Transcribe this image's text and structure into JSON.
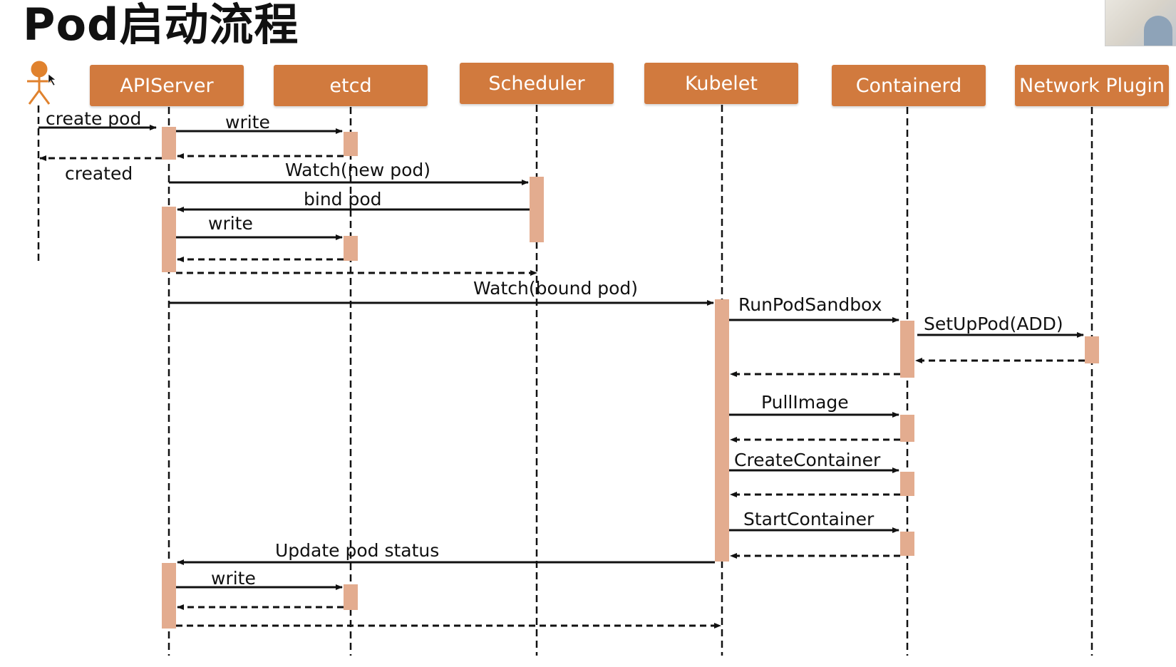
{
  "title": "Pod启动流程",
  "participants": [
    {
      "id": "apiserver",
      "label": "APIServer"
    },
    {
      "id": "etcd",
      "label": "etcd"
    },
    {
      "id": "scheduler",
      "label": "Scheduler"
    },
    {
      "id": "kubelet",
      "label": "Kubelet"
    },
    {
      "id": "containerd",
      "label": "Containerd"
    },
    {
      "id": "network",
      "label": "Network Plugin"
    }
  ],
  "actor": {
    "icon": "stick-figure-actor-icon"
  },
  "colors": {
    "participant_fill": "#d17a3e",
    "activation_fill": "#e3ac8f",
    "line": "#111111",
    "actor": "#e0822e"
  },
  "messages": [
    {
      "from": "actor",
      "to": "apiserver",
      "label": "create pod",
      "style": "solid"
    },
    {
      "from": "apiserver",
      "to": "etcd",
      "label": "write",
      "style": "solid"
    },
    {
      "from": "etcd",
      "to": "apiserver",
      "label": "",
      "style": "dashed"
    },
    {
      "from": "apiserver",
      "to": "actor",
      "label": "created",
      "style": "dashed"
    },
    {
      "from": "apiserver",
      "to": "scheduler",
      "label": "Watch(new pod)",
      "style": "solid"
    },
    {
      "from": "scheduler",
      "to": "apiserver",
      "label": "bind pod",
      "style": "solid"
    },
    {
      "from": "apiserver",
      "to": "etcd",
      "label": "write",
      "style": "solid"
    },
    {
      "from": "etcd",
      "to": "apiserver",
      "label": "",
      "style": "dashed"
    },
    {
      "from": "apiserver",
      "to": "scheduler",
      "label": "",
      "style": "dashed"
    },
    {
      "from": "apiserver",
      "to": "kubelet",
      "label": "Watch(bound pod)",
      "style": "solid"
    },
    {
      "from": "kubelet",
      "to": "containerd",
      "label": "RunPodSandbox",
      "style": "solid"
    },
    {
      "from": "containerd",
      "to": "network",
      "label": "SetUpPod(ADD)",
      "style": "solid"
    },
    {
      "from": "network",
      "to": "containerd",
      "label": "",
      "style": "dashed"
    },
    {
      "from": "containerd",
      "to": "kubelet",
      "label": "",
      "style": "dashed"
    },
    {
      "from": "kubelet",
      "to": "containerd",
      "label": "PullImage",
      "style": "solid"
    },
    {
      "from": "containerd",
      "to": "kubelet",
      "label": "",
      "style": "dashed"
    },
    {
      "from": "kubelet",
      "to": "containerd",
      "label": "CreateContainer",
      "style": "solid"
    },
    {
      "from": "containerd",
      "to": "kubelet",
      "label": "",
      "style": "dashed"
    },
    {
      "from": "kubelet",
      "to": "containerd",
      "label": "StartContainer",
      "style": "solid"
    },
    {
      "from": "containerd",
      "to": "kubelet",
      "label": "",
      "style": "dashed"
    },
    {
      "from": "kubelet",
      "to": "apiserver",
      "label": "Update pod status",
      "style": "solid"
    },
    {
      "from": "apiserver",
      "to": "etcd",
      "label": "write",
      "style": "solid"
    },
    {
      "from": "etcd",
      "to": "apiserver",
      "label": "",
      "style": "dashed"
    },
    {
      "from": "apiserver",
      "to": "kubelet",
      "label": "",
      "style": "dashed"
    }
  ]
}
